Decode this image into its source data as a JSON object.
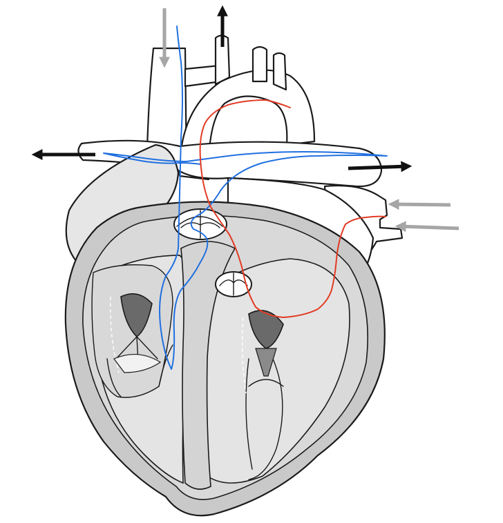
{
  "diagram": {
    "kind": "heart-blood-flow",
    "colors": {
      "deoxygenated_path": "#1f6fe0",
      "oxygenated_path": "#e23a23",
      "inflow_arrow": "#a6a6a6",
      "outflow_arrow": "#111111",
      "wall_outer": "#c9c9c9",
      "wall_mid": "#d9d9d9",
      "chamber_fill": "#e4e4e4",
      "valve_fill": "#6a6a6a",
      "outline": "#1a1a1a"
    },
    "arrows": [
      {
        "name": "superior-vena-cava-inflow",
        "direction": "down",
        "tone": "inflow"
      },
      {
        "name": "aorta-outflow",
        "direction": "up",
        "tone": "outflow"
      },
      {
        "name": "left-pulmonary-outflow",
        "direction": "left",
        "tone": "outflow"
      },
      {
        "name": "right-pulmonary-outflow",
        "direction": "right",
        "tone": "outflow"
      },
      {
        "name": "upper-pulmonary-vein-inflow",
        "direction": "left",
        "tone": "inflow"
      },
      {
        "name": "lower-pulmonary-vein-inflow",
        "direction": "left",
        "tone": "inflow"
      }
    ],
    "paths": [
      {
        "name": "deoxygenated-blood-path",
        "tone": "deoxygenated"
      },
      {
        "name": "oxygenated-blood-path",
        "tone": "oxygenated"
      }
    ]
  }
}
